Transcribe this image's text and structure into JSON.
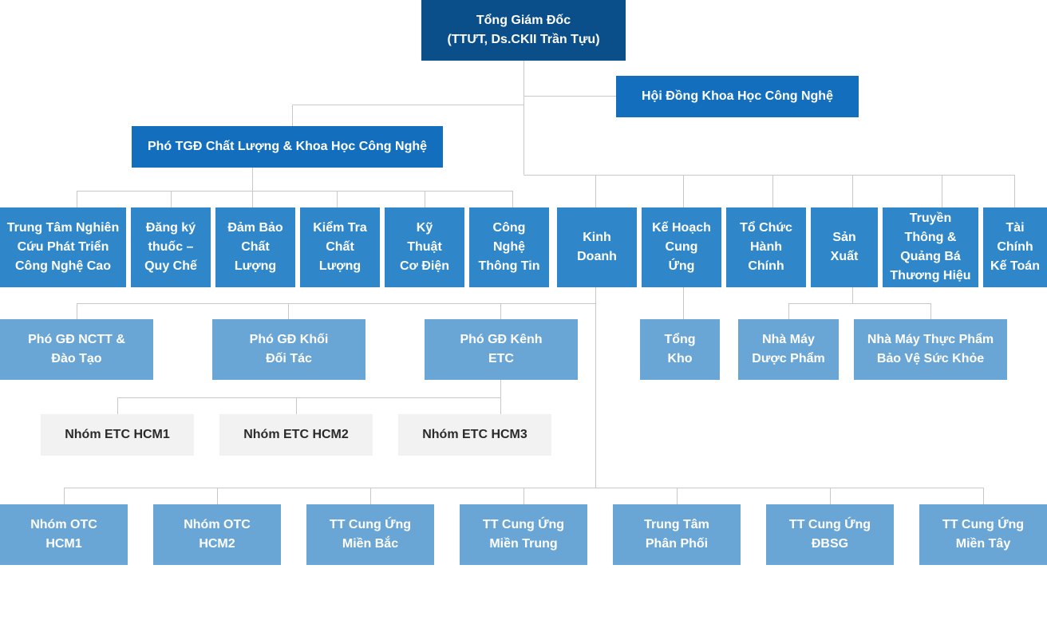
{
  "nodes": {
    "ceo": "Tổng Giám Đốc\n(TTƯT, Ds.CKII Trần Tựu)",
    "council": "Hội Đồng Khoa Học Công Nghệ",
    "deputy_quality": "Phó TGĐ Chất Lượng & Khoa Học Công Nghệ",
    "rnd_center": "Trung Tâm Nghiên\nCứu Phát Triển\nCông Nghệ Cao",
    "drug_registration": "Đăng ký\nthuốc –\nQuy Chế",
    "quality_assurance": "Đảm Bảo\nChất\nLượng",
    "quality_control": "Kiểm Tra\nChất\nLượng",
    "mechanical_electrical": "Kỹ\nThuật\nCơ Điện",
    "information_technology": "Công\nNghệ\nThông Tin",
    "business": "Kinh\nDoanh",
    "supply_planning": "Kế Hoạch\nCung\nỨng",
    "administration": "Tổ Chức\nHành\nChính",
    "production": "Sản\nXuất",
    "communications": "Truyền\nThông &\nQuảng Bá\nThương Hiệu",
    "finance": "Tài\nChính\nKế Toán",
    "vp_nctt": "Phó GĐ NCTT &\nĐào Tạo",
    "vp_partners": "Phó GĐ Khối\nĐối Tác",
    "vp_etc": "Phó GĐ Kênh\nETC",
    "main_warehouse": "Tổng\nKho",
    "pharma_factory": "Nhà Máy\nDược Phẩm",
    "food_factory": "Nhà Máy Thực Phẩm\nBảo Vệ Sức Khỏe",
    "etc_hcm1": "Nhóm ETC HCM1",
    "etc_hcm2": "Nhóm ETC HCM2",
    "etc_hcm3": "Nhóm ETC HCM3",
    "otc_hcm1": "Nhóm OTC\nHCM1",
    "otc_hcm2": "Nhóm OTC\nHCM2",
    "supply_north": "TT Cung Ứng\nMiền Bắc",
    "supply_central": "TT Cung Ứng\nMiền Trung",
    "distribution_center": "Trung Tâm\nPhân Phối",
    "supply_dbsg": "TT Cung Ứng\nĐBSG",
    "supply_west": "TT Cung Ứng\nMiền Tây"
  },
  "colors": {
    "level0": "#0b4f8a",
    "level1": "#136fbd",
    "level2": "#2f87ca",
    "level3": "#6aa6d5",
    "level4": "#f2f2f2",
    "connector": "#c8c8c8"
  }
}
